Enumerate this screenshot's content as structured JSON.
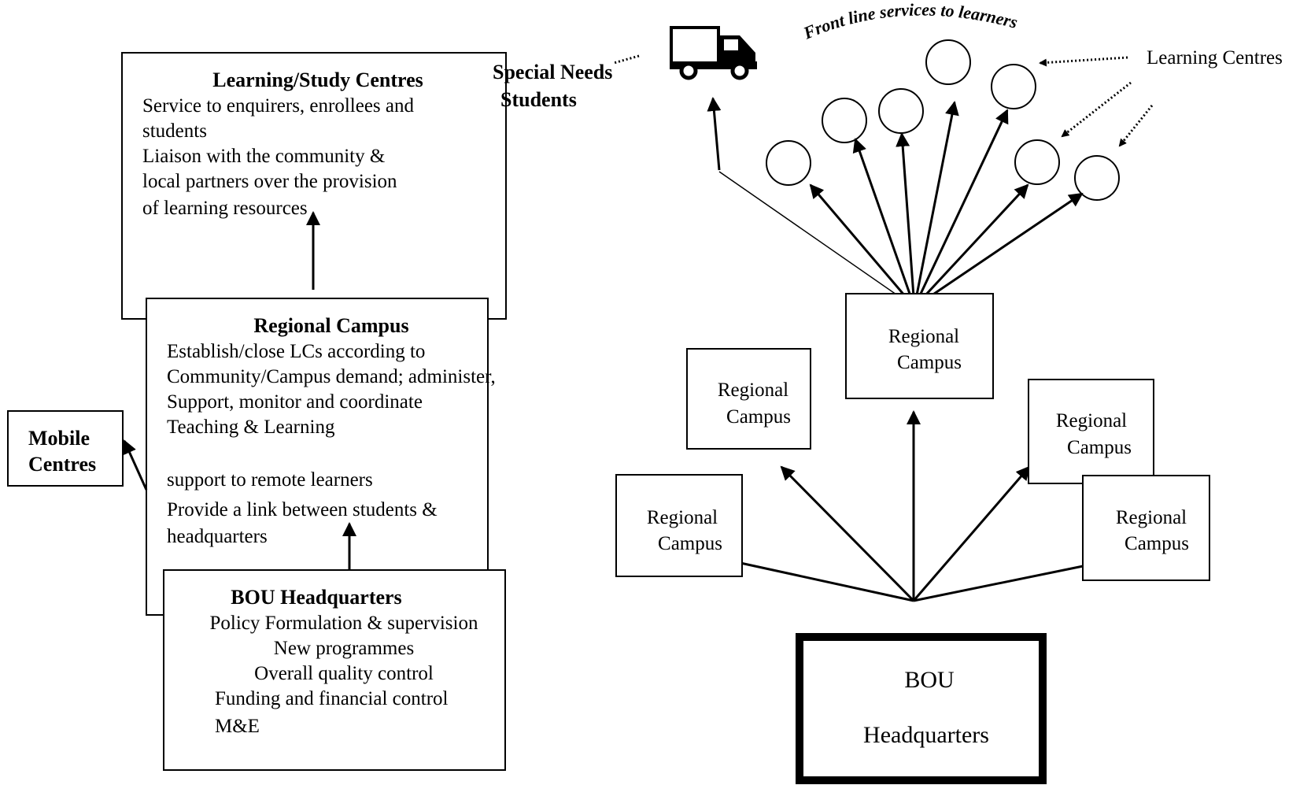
{
  "left_panel": {
    "learning_centres_box": {
      "title": "Learning/Study Centres",
      "lines": [
        "Service to enquirers, enrollees and",
        "students",
        "Liaison with the community &",
        "local partners over the provision",
        "of learning resources"
      ]
    },
    "regional_campus_box": {
      "title": "Regional Campus",
      "lines": [
        "Establish/close LCs according to",
        "Community/Campus demand; administer,",
        "Support, monitor and coordinate",
        "Teaching & Learning",
        "support to remote learners",
        "Provide a link between students &",
        "headquarters"
      ]
    },
    "headquarters_box": {
      "title": "BOU Headquarters",
      "lines": [
        "Policy Formulation & supervision",
        "New programmes",
        "Overall quality control",
        "Funding and financial control",
        "M&E"
      ]
    },
    "mobile_centres": {
      "line1": "Mobile",
      "line2": "Centres"
    },
    "special_needs": {
      "line1": "Special Needs",
      "line2": "Students"
    }
  },
  "right_panel": {
    "front_line_label": "Front line services to learners",
    "learning_centres_label": "Learning Centres",
    "regional_campus": {
      "line1": "Regional",
      "line2": "Campus"
    },
    "headquarters": {
      "line1": "BOU",
      "line2": "Headquarters"
    }
  }
}
